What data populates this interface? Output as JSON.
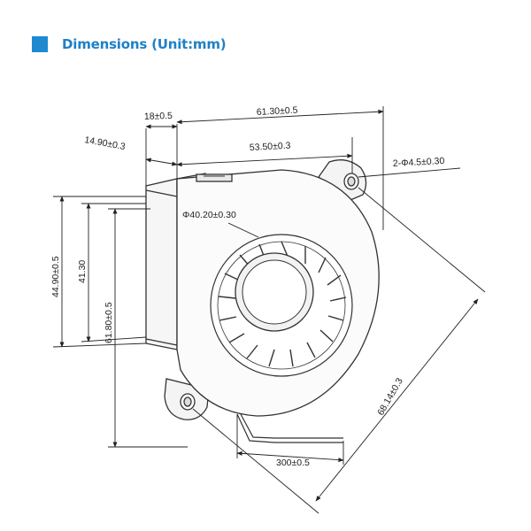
{
  "header": {
    "title": "Dimensions (Unit:mm)",
    "accent_color": "#1f8ad0"
  },
  "dimensions": {
    "top_offset": "18±0.5",
    "overall_length": "61.30±0.5",
    "left_offset": "14.90±0.3",
    "inner_length": "53.50±0.3",
    "hole_spec": "2-Φ4.5±0.30",
    "inlet_diameter": "Φ40.20±0.30",
    "height_outer": "44.90±0.5",
    "height_inner": "41.30",
    "height_total": "61.80±0.5",
    "hole_spacing": "68.14±0.3",
    "cable_length": "300±0.5"
  }
}
